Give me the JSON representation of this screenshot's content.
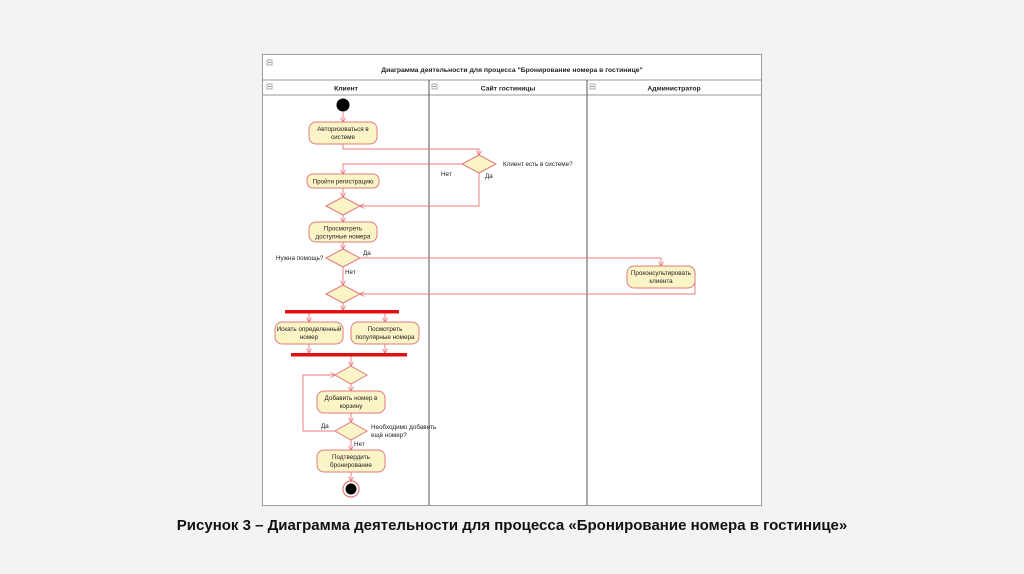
{
  "diagram": {
    "title": "Диаграмма деятельности для процесса \"Бронирование номера в гостинице\"",
    "lanes": [
      {
        "name": "Клиент"
      },
      {
        "name": "Сайт гостиницы"
      },
      {
        "name": "Администратор"
      }
    ],
    "activities": {
      "login": [
        "Авторизоваться в",
        "системе"
      ],
      "register": [
        "Пройти регистрацию"
      ],
      "view_rooms": [
        "Просмотреть",
        "доступные номера"
      ],
      "consult": [
        "Проконсультировать",
        "клиента"
      ],
      "search_room": [
        "Искать определенный",
        "номер"
      ],
      "view_popular": [
        "Посмотреть",
        "популярные номера"
      ],
      "add_to_cart": [
        "Добавить номер в",
        "корзину"
      ],
      "confirm": [
        "Подтвердить",
        "бронирование"
      ]
    },
    "decisions": {
      "client_exists": "Клиент есть в системе?",
      "need_help": "Нужна помощь?",
      "add_more": [
        "Необходимо добавить",
        "ещё номер?"
      ]
    },
    "guards": {
      "no_1": "Нет",
      "yes_1": "Да",
      "yes_2": "Да",
      "no_2": "Нет",
      "yes_3": "Да",
      "no_3": "Нет"
    }
  },
  "caption": "Рисунок 3 – Диаграмма деятельности для процесса «Бронирование номера в гостинице»"
}
